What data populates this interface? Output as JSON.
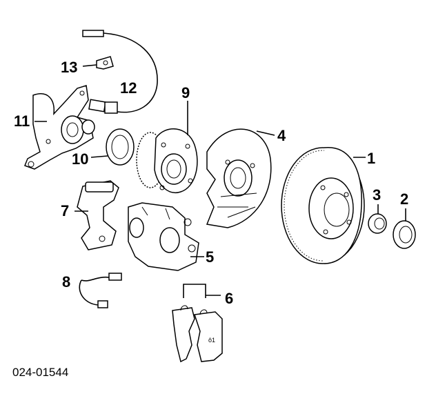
{
  "diagram": {
    "callouts": {
      "c1": "1",
      "c2": "2",
      "c3": "3",
      "c4": "4",
      "c5": "5",
      "c6": "6",
      "c7": "7",
      "c8": "8",
      "c9": "9",
      "c10": "10",
      "c11": "11",
      "c12": "12",
      "c13": "13"
    },
    "figure_code": "024-01544",
    "pad_mark": "ô1"
  }
}
